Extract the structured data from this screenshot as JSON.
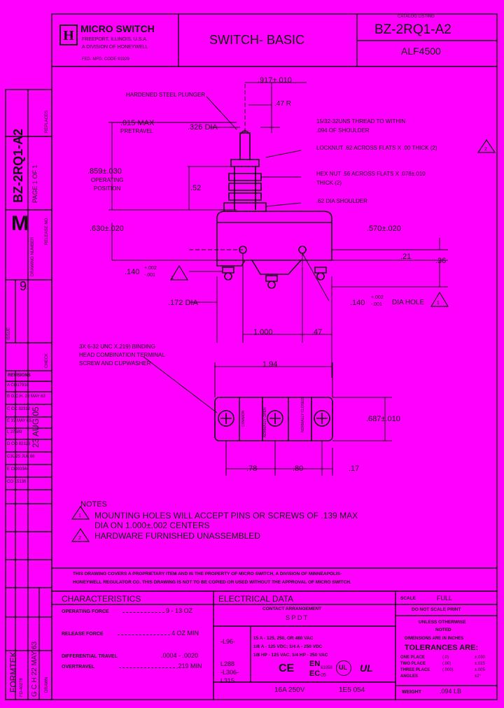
{
  "title_block": {
    "company": "MICRO SWITCH",
    "address": "FREEPORT, ILLINOIS, U.S.A.",
    "division": "A DIVISION OF HONEYWELL",
    "fed_code": "FED. MFG. CODE 91929",
    "title": "SWITCH- BASIC",
    "catalog_label": "CATALOG LISTING",
    "catalog_number": "BZ-2RQ1-A2",
    "alf_number": "ALF4500"
  },
  "side_block": {
    "replaces_label": "REPLACES",
    "drawing_number": "BZ-2RQ1-A2",
    "page": "PAGE 1 OF 1",
    "size_letter": "M",
    "drawing_number_label": "DRAWING NUMBER",
    "release_label": "RELEASE NO.",
    "issue_label": "ISSUE",
    "issue_value": "9",
    "check_label": "CHECK",
    "date_value": "23 AUG 05",
    "revisions_label": "REVISIONS",
    "revisions": [
      "A  CO17910",
      "B  G.C.H.  22 MAY 63",
      "C  CC 32312",
      "E  37 MAY 65",
      "L  27589",
      "D  CO 82123",
      "C3L 25 JUL 66",
      "E  CO93344",
      "CO 15136",
      "FORMTEK",
      "FD 40278",
      "G C H  22 MAY 63"
    ],
    "drawn_label": "DRAWN",
    "drawn_value": "22 MAY 63",
    "formtek": "FORMTEK",
    "form_number": "FD-40278"
  },
  "dimensions": {
    "d917": ".917±.010",
    "hardened": "HARDENED STEEL PLUNGER",
    "r47": ".47 R",
    "pretravel_val": ".015 MAX",
    "pretravel": "PRETRAVEL",
    "dia326": ".326 DIA",
    "thread1": "15/32-32UNS THREAD TO WITHIN",
    "thread2": ".094 OF SHOULDER",
    "locknut": "LOCKNUT .62 ACROSS FLATS X .00 THICK (2)",
    "op_pos_val": ".859±.030",
    "op_pos1": "OPERATING",
    "op_pos2": "POSITION",
    "d52": ".52",
    "hexnut1": "HEX NUT .56 ACROSS FLATS X .078±.010",
    "hexnut2": "THICK (2)",
    "shoulder": ".62 DIA SHOULDER",
    "d630": ".630±.020",
    "d570": ".570±.020",
    "d21": ".21",
    "d36": ".36",
    "d140a": ".140",
    "d140a_tol_up": "+.002",
    "d140a_tol_dn": "-.001",
    "d172": ".172 DIA",
    "d140b": ".140",
    "d140b_tol_up": "+.002",
    "d140b_tol_dn": "-.001",
    "dia_hole": "DIA HOLE",
    "d1000": "1.000",
    "d47": ".47",
    "screw1": "3X  6-32  UNC X.219) BINDING",
    "screw2": "HEAD COMBINATION  TERMINAL",
    "screw3": "SCREW AND CUPWASHER",
    "d194": "1.94",
    "d687": ".687±.010",
    "term_common": "COMMON",
    "term_no": "NORMALLY OPEN",
    "term_nc": "NORMALLY CLOSED",
    "d78": ".78",
    "d80": ".80",
    "d17": ".17"
  },
  "notes": {
    "heading": "NOTES",
    "note1_num": "1",
    "note1a": "MOUNTING HOLES WILL ACCEPT PINS OR SCREWS OF .139 MAX",
    "note1b": "DIA ON 1.000±.002 CENTERS",
    "note2_num": "2",
    "note2": "HARDWARE FURNISHED UNASSEMBLED"
  },
  "proprietary": {
    "line1": "THIS DRAWING COVERS A PROPRIETARY ITEM AND IS THE PROPERTY OF MICRO SWITCH, A DIVISION OF MINNEAPOLIS-",
    "line2": "HONEYWELL REGULATOR CO. THIS DRAWING IS NOT TO BE COPIED OR USED WITHOUT THE APPROVAL OF MICRO SWITCH."
  },
  "characteristics": {
    "heading": "CHARACTERISTICS",
    "rows": [
      {
        "label": "OPERATING FORCE",
        "value": "9 - 13  OZ"
      },
      {
        "label": "RELEASE FORCE",
        "value": "4  OZ MIN"
      },
      {
        "label": "DIFFERENTIAL TRAVEL",
        "value": ".0004 - .0020"
      },
      {
        "label": "OVERTRAVEL",
        "value": ".219  MIN"
      }
    ]
  },
  "electrical": {
    "heading": "ELECTRICAL DATA",
    "contact_label": "CONTACT ARRANGEMENT",
    "contact_value": "S  P  D  T",
    "code1": "-L96-",
    "rating1": "15 A - 125, 250, OR 480 VAC",
    "rating2": "1/8 A - 125 VDC;  1/4 A - 250 VDC",
    "rating3": "1/8 HP - 125 VAC, 1/4 HP - 250 VAC",
    "code2": "L288",
    "code3": "-L306-",
    "code4": "L315",
    "ce": "CE",
    "en": "EN",
    "en_num": "61058",
    "ec": "EC",
    "ec_num": "05",
    "ul": "UL",
    "footer_rating": "16A 250V",
    "footer_code": "1E5 054"
  },
  "right_block": {
    "scale_label": "SCALE",
    "scale_value": "FULL",
    "do_not_scale": "DO NOT SCALE PRINT",
    "unless1": "UNLESS OTHERWISE",
    "unless2": "NOTED",
    "dims_in": "DIMENSIONS ARE IN INCHES",
    "tolerances": "TOLERANCES ARE:",
    "tol_rows": [
      {
        "label": "ONE PLACE",
        "a": "(.0)",
        "b": "±.030"
      },
      {
        "label": "TWO PLACE",
        "a": "(.00)",
        "b": "±.015"
      },
      {
        "label": "THREE PLACE",
        "a": "(.000)",
        "b": "±.005"
      },
      {
        "label": "ANGLES",
        "a": "",
        "b": "±2°"
      }
    ],
    "weight_label": "WEIGHT",
    "weight_value": ".094 LB"
  }
}
